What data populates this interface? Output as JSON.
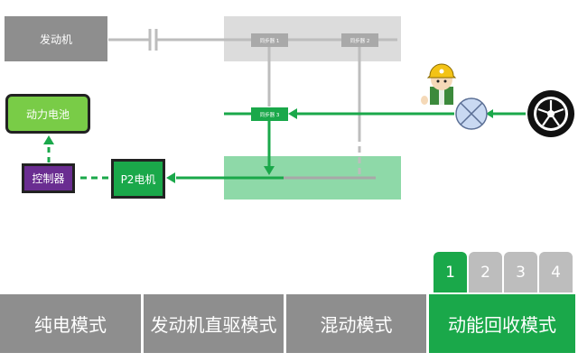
{
  "components": {
    "engine": "发动机",
    "battery": "动力电池",
    "controller": "控制器",
    "p2_motor": "P2电机",
    "sync1": "同步器 1",
    "sync2": "同步器 2",
    "sync3": "同步器 3"
  },
  "tabs": [
    "1",
    "2",
    "3",
    "4"
  ],
  "active_tab": "1",
  "modes": [
    "纯电模式",
    "发动机直驱模式",
    "混动模式",
    "动能回收模式"
  ],
  "active_mode": "动能回收模式",
  "colors": {
    "green": "#1aa84a",
    "light_green": "#8ed9a8",
    "gray_box": "#8e8e8e",
    "purple": "#6a2d91",
    "battery_green": "#79cc47"
  }
}
